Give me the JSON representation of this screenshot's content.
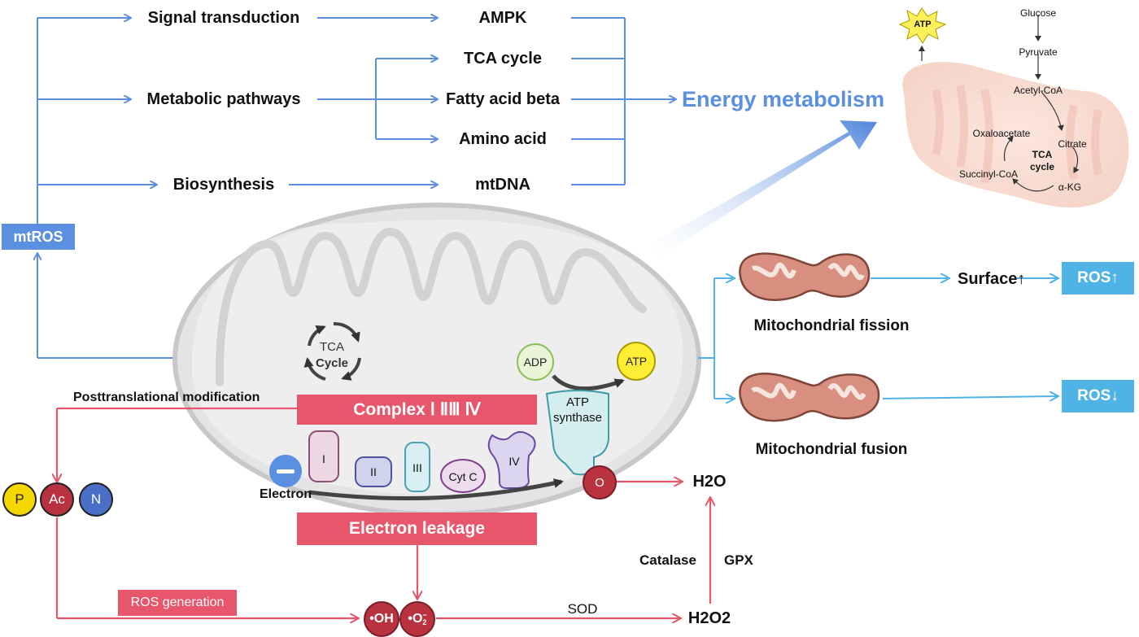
{
  "top": {
    "mtros": "mtROS",
    "signal_transduction": "Signal transduction",
    "metabolic_pathways": "Metabolic pathways",
    "biosynthesis": "Biosynthesis",
    "ampk": "AMPK",
    "tca_cycle": "TCA cycle",
    "fatty_acid_beta": "Fatty acid beta",
    "amino_acid": "Amino acid",
    "mtdna": "mtDNA",
    "energy_metabolism": "Energy metabolism"
  },
  "inset": {
    "atp": "ATP",
    "glucose": "Glucose",
    "pyruvate": "Pyruvate",
    "acetyl_coa": "Acetyl-CoA",
    "oxaloacetate": "Oxaloacetate",
    "citrate": "Citrate",
    "tca_line1": "TCA",
    "tca_line2": "cycle",
    "succinyl_coa": "Succinyl-CoA",
    "akg": "α-KG"
  },
  "mito": {
    "tca_line1": "TCA",
    "tca_line2": "Cycle",
    "adp": "ADP",
    "atp": "ATP",
    "atp_synthase_line1": "ATP",
    "atp_synthase_line2": "synthase",
    "complex_label": "Complex Ⅰ ⅡⅢ Ⅳ",
    "c1": "I",
    "c2": "II",
    "c3": "III",
    "cytc": "Cyt C",
    "c4": "IV",
    "electron": "Electron",
    "o": "O",
    "electron_leakage": "Electron leakage"
  },
  "dynamics": {
    "surface": "Surface↑",
    "ros_up": "ROS↑",
    "ros_down": "ROS↓",
    "fission": "Mitochondrial fission",
    "fusion": "Mitochondrial fusion"
  },
  "bottom": {
    "posttranslational": "Posttranslational modification",
    "p": "P",
    "ac": "Ac",
    "n": "N",
    "ros_generation": "ROS generation",
    "oh": "OH",
    "o2": "O",
    "o2_sub": "2",
    "o2_sup": "−",
    "sod": "SOD",
    "h2o2": "H2O2",
    "h2o": "H2O",
    "catalase": "Catalase",
    "gpx": "GPX"
  },
  "colors": {
    "blue_line": "#5b8fdf",
    "blue_box": "#5b8fdf",
    "light_blue": "#4fb3e6",
    "red": "#e8566c",
    "dark_red": "#b8323f",
    "yellow": "#f5d800"
  }
}
